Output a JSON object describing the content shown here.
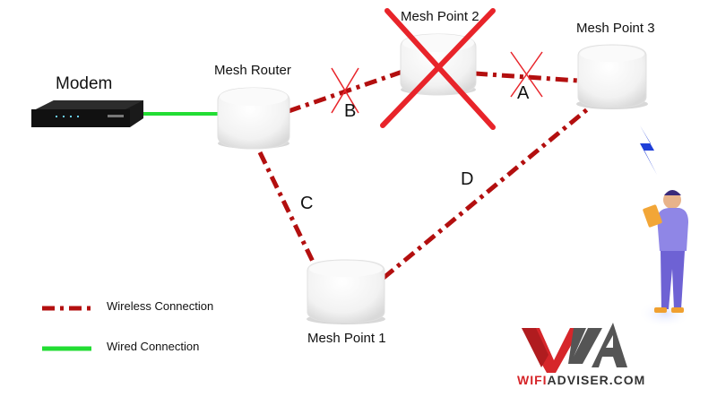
{
  "nodes": {
    "modem": "Modem",
    "mesh_router": "Mesh Router",
    "mesh_point_1": "Mesh Point 1",
    "mesh_point_2": "Mesh Point 2",
    "mesh_point_3": "Mesh Point 3"
  },
  "links": {
    "a": "A",
    "b": "B",
    "c": "C",
    "d": "D"
  },
  "legend": {
    "wireless": "Wireless Connection",
    "wired": "Wired Connection"
  },
  "brand": {
    "url_prefix": "WIFI",
    "url_suffix": "ADVISER.COM"
  },
  "colors": {
    "wireless_line": "#b30f0f",
    "wired_line": "#22dd33",
    "failed_cross": "#e8242a",
    "lightning": "#1f3fd8",
    "person_shirt": "#8f86e6",
    "person_pants": "#6e62d4",
    "brand_red": "#d6262a",
    "brand_dark": "#444444"
  }
}
